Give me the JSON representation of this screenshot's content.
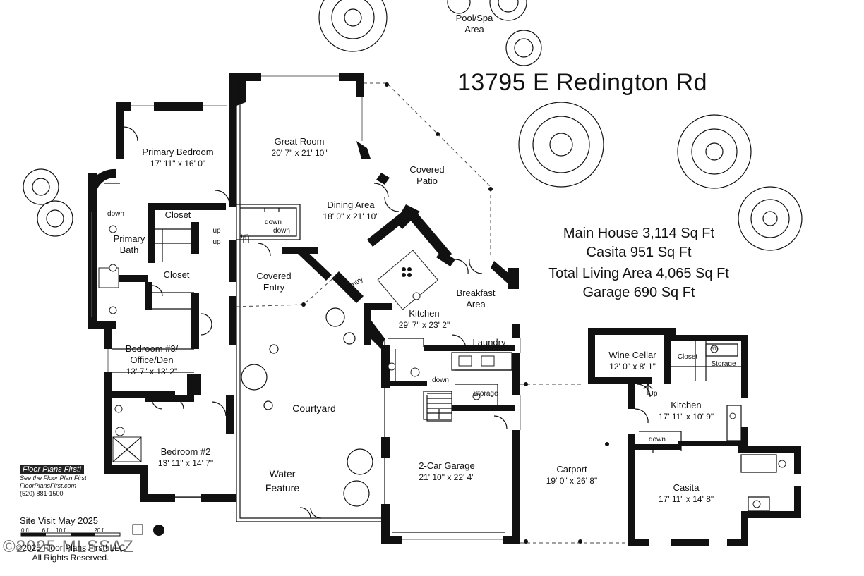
{
  "address": "13795 E Redington Rd",
  "areas": {
    "main_house": "Main House 3,114 Sq Ft",
    "casita": "Casita 951 Sq Ft",
    "total": "Total Living Area 4,065 Sq Ft",
    "garage": "Garage 690 Sq Ft"
  },
  "rooms": {
    "pool": "Pool/Spa\nArea",
    "great_room": {
      "name": "Great Room",
      "dim": "20' 7\" x 21' 10\""
    },
    "covered_patio": "Covered\nPatio",
    "primary_bedroom": {
      "name": "Primary Bedroom",
      "dim": "17' 11\" x 16' 0\""
    },
    "dining": {
      "name": "Dining Area",
      "dim": "18' 0\" x 21' 10\""
    },
    "closet1": "Closet",
    "closet2": "Closet",
    "primary_bath": "Primary\nBath",
    "covered_entry": "Covered\nEntry",
    "pantry": "Pantry",
    "breakfast": "Breakfast\nArea",
    "kitchen": {
      "name": "Kitchen",
      "dim": "29' 7\" x 23' 2\""
    },
    "laundry": "Laundry",
    "storage_main": "Storage",
    "bedroom3": {
      "name": "Bedroom #3/\nOffice/Den",
      "dim": "13' 7\" x 13' 2\""
    },
    "courtyard": "Courtyard",
    "bedroom2": {
      "name": "Bedroom #2",
      "dim": "13' 11\" x 14' 7\""
    },
    "water_feature": "Water\nFeature",
    "garage": {
      "name": "2-Car Garage",
      "dim": "21' 10\" x 22' 4\""
    },
    "carport": {
      "name": "Carport",
      "dim": "19' 0\" x 26' 8\""
    },
    "wine_cellar": {
      "name": "Wine Cellar",
      "dim": "12' 0\" x 8' 1\""
    },
    "casita_closet": "Closet",
    "casita_storage": "Storage",
    "casita_kitchen": {
      "name": "Kitchen",
      "dim": "17' 11\" x 10' 9\""
    },
    "casita": {
      "name": "Casita",
      "dim": "17' 11\" x 14' 8\""
    }
  },
  "stair_labels": {
    "down1": "down",
    "down2": "down",
    "down3": "down",
    "up1": "up",
    "up2": "up",
    "up3": "up",
    "down4": "down",
    "down5": "down",
    "up_casita": "Up"
  },
  "appliance_labels": {
    "wh1": "WH",
    "wh2": "WH"
  },
  "logo": {
    "brand": "Floor Plans First!",
    "tagline": "See the Floor Plan First",
    "url": "FloorPlansFirst.com",
    "phone": "(520) 881-1500"
  },
  "site_visit": "Site Visit May 2025",
  "scale": {
    "t0": "0 ft.",
    "t6": "6 ft.",
    "t10": "10 ft.",
    "t20": "20 ft."
  },
  "copyright": {
    "line1": "©2025 Floor Plans First! LLC",
    "line2": "All Rights Reserved."
  },
  "watermark": "©2025 MLSSAZ"
}
